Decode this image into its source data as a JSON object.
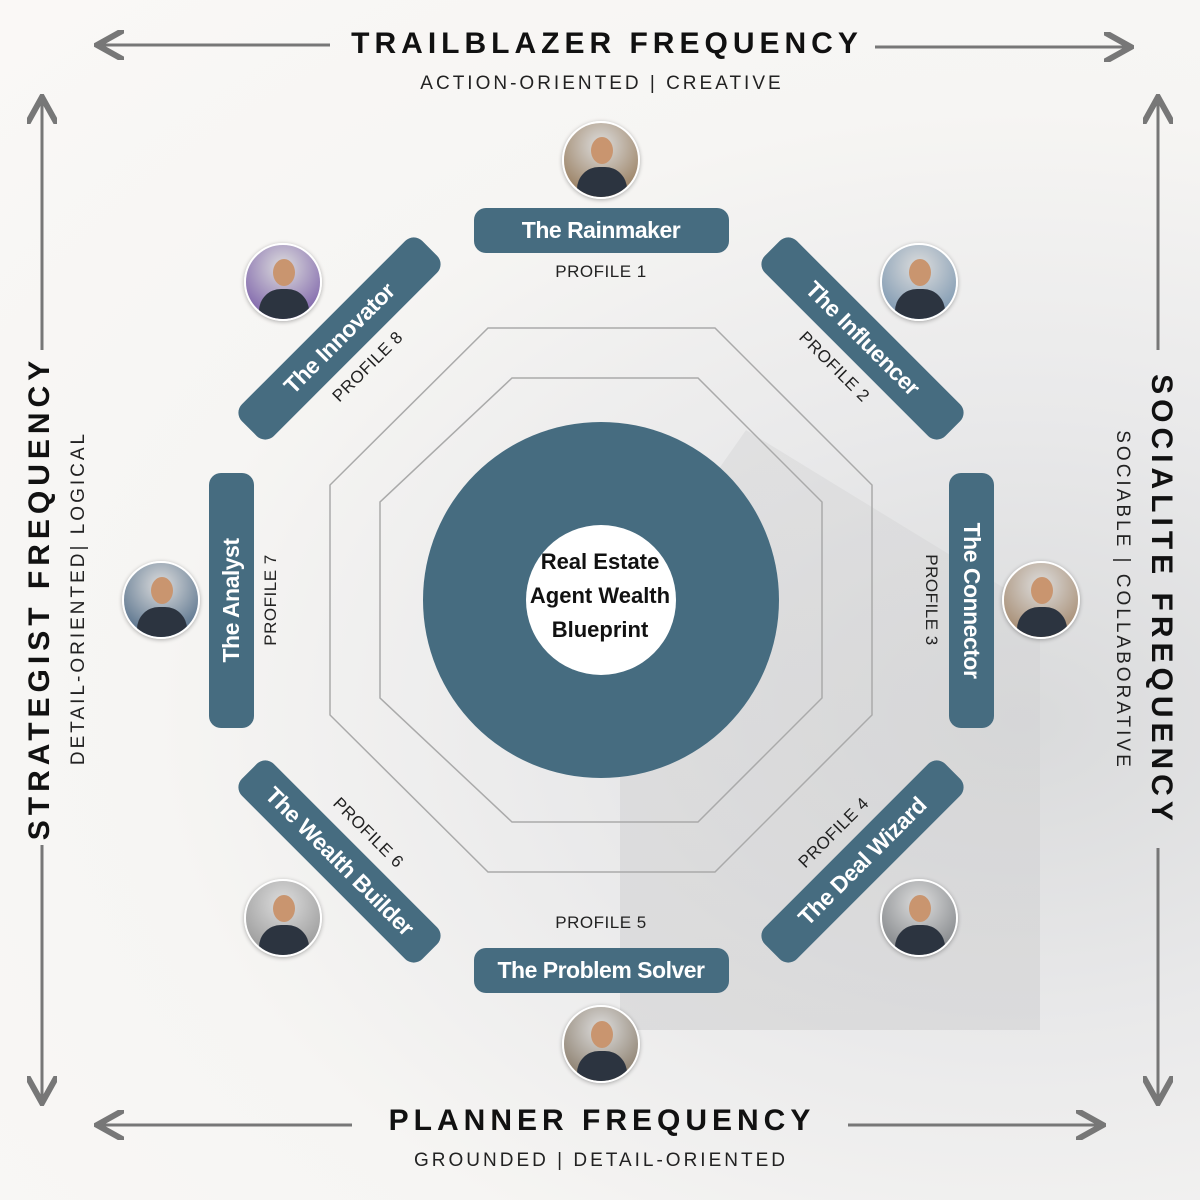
{
  "colors": {
    "accent": "#466c80"
  },
  "center": {
    "line1": "Real Estate",
    "line2": "Agent Wealth",
    "line3": "Blueprint"
  },
  "axes": {
    "top": {
      "title": "TRAILBLAZER FREQUENCY",
      "subtitle": "ACTION-ORIENTED | CREATIVE"
    },
    "bottom": {
      "title": "PLANNER FREQUENCY",
      "subtitle": "GROUNDED | DETAIL-ORIENTED"
    },
    "left": {
      "title": "STRATEGIST FREQUENCY",
      "subtitle": "DETAIL-ORIENTED| LOGICAL"
    },
    "right": {
      "title": "SOCIALITE FREQUENCY",
      "subtitle": "SOCIABLE | COLLABORATIVE"
    }
  },
  "profiles": [
    {
      "name": "The Rainmaker",
      "label": "PROFILE 1",
      "avatar_bg": "#8a6a45"
    },
    {
      "name": "The Influencer",
      "label": "PROFILE 2",
      "avatar_bg": "#6a8aa8"
    },
    {
      "name": "The Connector",
      "label": "PROFILE 3",
      "avatar_bg": "#9a7a5a"
    },
    {
      "name": "The Deal Wizard",
      "label": "PROFILE 4",
      "avatar_bg": "#707478"
    },
    {
      "name": "The Problem Solver",
      "label": "PROFILE  5",
      "avatar_bg": "#7a6a55"
    },
    {
      "name": "The Wealth Builder",
      "label": "PROFILE  6",
      "avatar_bg": "#8c8c8c"
    },
    {
      "name": "The Analyst",
      "label": "PROFILE 7",
      "avatar_bg": "#3a5a7a"
    },
    {
      "name": "The Innovator",
      "label": "PROFILE 8",
      "avatar_bg": "#6a4aa0"
    }
  ]
}
